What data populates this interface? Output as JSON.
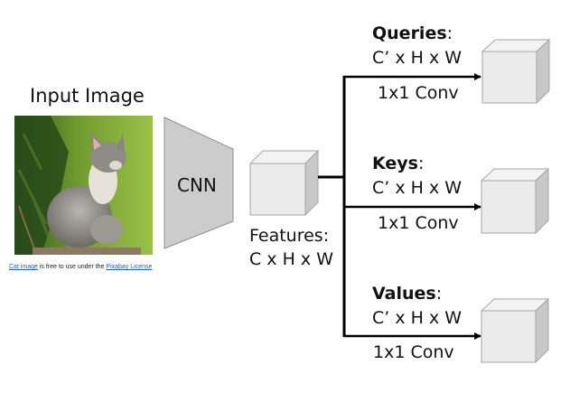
{
  "input": {
    "title": "Input Image",
    "credit_link1": "Cat image",
    "credit_middle": " is free to use under the ",
    "credit_link2": "Pixabay License"
  },
  "cnn": {
    "label": "CNN"
  },
  "features": {
    "line1": "Features:",
    "line2": "C x H x W"
  },
  "branches": [
    {
      "name": "Queries",
      "colon": ":",
      "shape": "C’ x H x W",
      "op": "1x1 Conv"
    },
    {
      "name": "Keys",
      "colon": ":",
      "shape": "C’ x H x W",
      "op": "1x1 Conv"
    },
    {
      "name": "Values",
      "colon": ":",
      "shape": "C’ x H x W",
      "op": "1x1 Conv"
    }
  ],
  "colors": {
    "cube_face": "#ebebeb",
    "cube_top": "#f3f3f3",
    "cube_side": "#c8c8c8",
    "cube_stroke": "#a6a6a6",
    "cnn_fill": "#cccccc",
    "cnn_stroke": "#8c8c8c",
    "arrow": "#000000"
  }
}
